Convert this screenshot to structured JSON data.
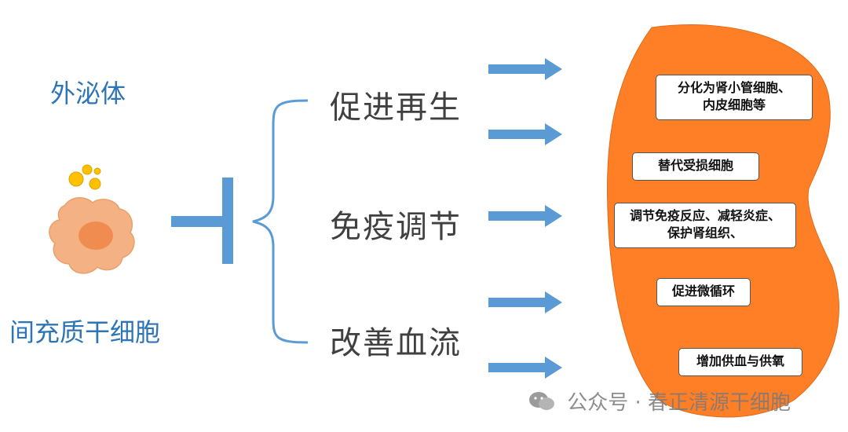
{
  "left": {
    "top_label": "外泌体",
    "bottom_label": "间充质干细胞"
  },
  "middle": {
    "items": [
      "促进再生",
      "免疫调节",
      "改善血流"
    ]
  },
  "boxes": [
    {
      "line1": "分化为肾小管细胞、",
      "line2": "内皮细胞等"
    },
    {
      "line1": "替代受损细胞",
      "line2": ""
    },
    {
      "line1": "调节免疫反应、减轻炎症、",
      "line2": "保护肾组织、"
    },
    {
      "line1": "促进微循环",
      "line2": ""
    },
    {
      "line1": "增加供血与供氧",
      "line2": ""
    }
  ],
  "watermark": {
    "text": "公众号 · 春正清源干细胞",
    "icon": "wechat-icon"
  },
  "colors": {
    "blue_text": "#2e75b6",
    "arrow_blue": "#5b9bd5",
    "kidney_orange": "#ff7f27",
    "cell_orange": "#f4b183",
    "vesicle_yellow": "#ffc000"
  }
}
